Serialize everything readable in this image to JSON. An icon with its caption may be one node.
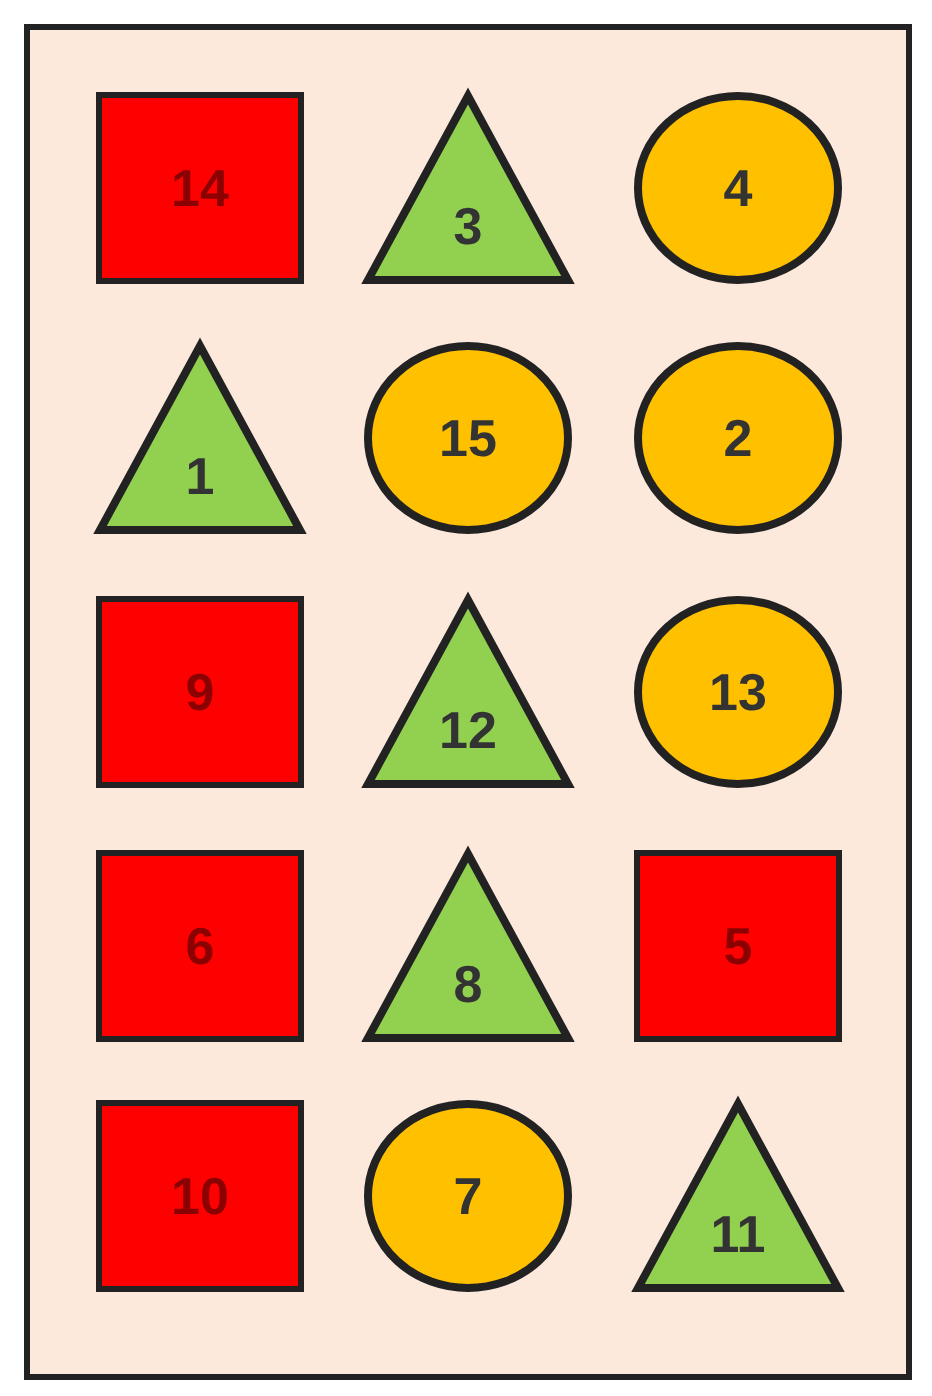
{
  "diagram": {
    "nodes": [
      {
        "text": [
          "14"
        ]
      },
      {
        "text": [
          "3"
        ]
      },
      {
        "text": [
          "4"
        ]
      },
      {
        "text": [
          "1"
        ]
      },
      {
        "text": [
          "15"
        ]
      },
      {
        "text": [
          "2"
        ]
      },
      {
        "text": [
          "9"
        ]
      },
      {
        "text": [
          "12"
        ]
      },
      {
        "text": [
          "13"
        ]
      },
      {
        "text": [
          "6"
        ]
      },
      {
        "text": [
          "8"
        ]
      },
      {
        "text": [
          "5"
        ]
      },
      {
        "text": [
          "10"
        ]
      },
      {
        "text": [
          "7"
        ]
      },
      {
        "text": [
          "11"
        ]
      }
    ]
  }
}
